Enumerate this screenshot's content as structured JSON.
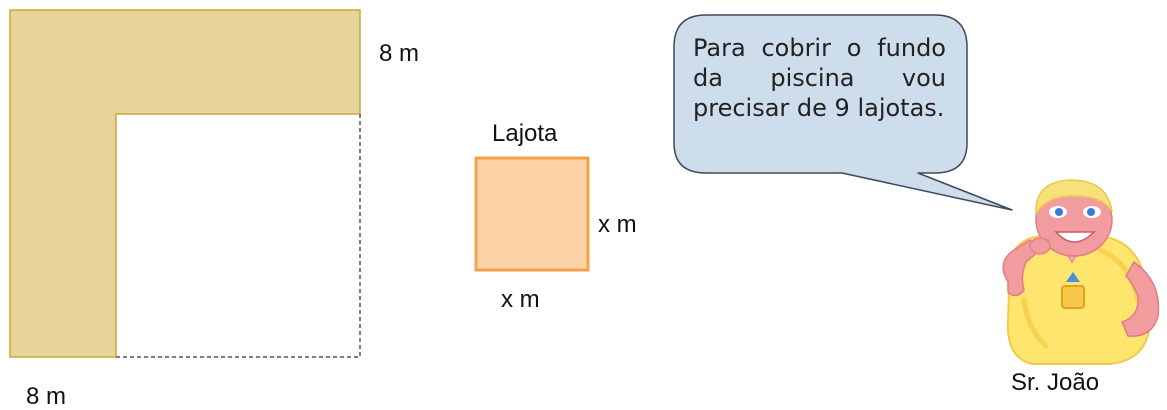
{
  "pool": {
    "side_top_label": "8 m",
    "side_bottom_label": "8 m"
  },
  "tile": {
    "title": "Lajota",
    "side_right_label": "x m",
    "side_bottom_label": "x m"
  },
  "speech": {
    "text": "Para cobrir o fundo da piscina vou precisar de 9 lajotas."
  },
  "character": {
    "name": "Sr. João"
  },
  "colors": {
    "border_region_fill": "#E7D498",
    "border_region_stroke": "#C9A93E",
    "tile_fill": "#FDD2A6",
    "tile_stroke": "#F5A04A",
    "bubble_fill": "#CEDDEC",
    "bubble_stroke": "#3D4A5C",
    "character_skin": "#F39CA0",
    "character_shirt": "#FDE56E",
    "character_hair": "#F7E27A"
  }
}
